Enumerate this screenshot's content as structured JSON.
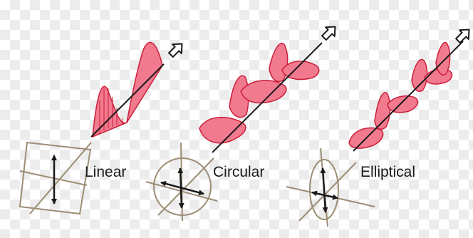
{
  "panels": [
    {
      "id": "linear",
      "label": "Linear"
    },
    {
      "id": "circular",
      "label": "Circular"
    },
    {
      "id": "elliptical",
      "label": "Elliptical"
    }
  ],
  "colors": {
    "wave_fill": "#f27a8f",
    "wave_stroke": "#cc1f3a",
    "frame": "#9c8d74",
    "axis": "#1a1a1a",
    "arrow_outline": "#1a1a1a",
    "arrow_fill": "#ffffff"
  },
  "icons": {
    "propagation": "hollow-arrow-icon",
    "polarization": "double-headed-arrow-icon"
  }
}
